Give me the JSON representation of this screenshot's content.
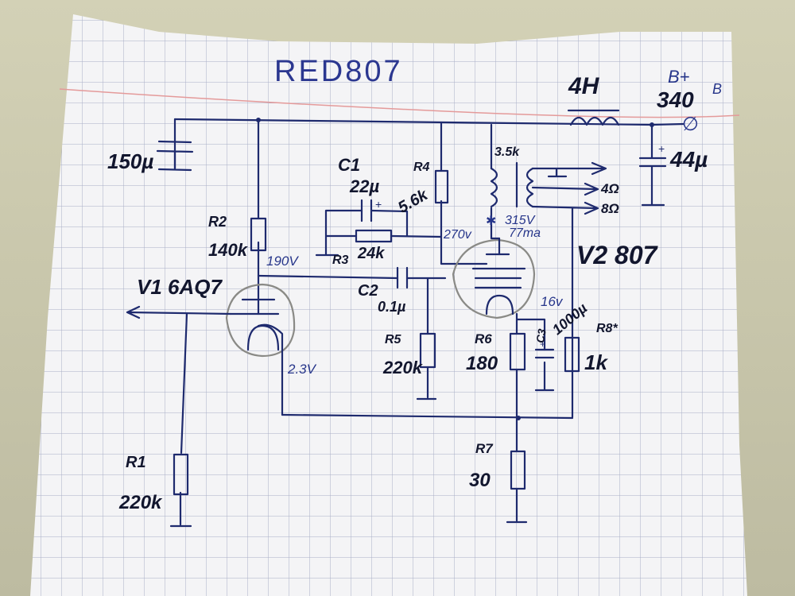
{
  "title": "RED807",
  "supply": {
    "bplus_label": "B+",
    "bplus_voltage": "340",
    "bplus_unit": "B",
    "choke": "4H",
    "filter_cap_left": "150µ",
    "filter_cap_right": "44µ"
  },
  "tubes": {
    "v1": "V1 6AQ7",
    "v2": "V2 807"
  },
  "components": {
    "r1": {
      "name": "R1",
      "value": "220k"
    },
    "r2": {
      "name": "R2",
      "value": "140k"
    },
    "r3": {
      "name": "R3",
      "value": "24k"
    },
    "r4": {
      "name": "R4",
      "value": "5.6k"
    },
    "r5": {
      "name": "R5",
      "value": "220k"
    },
    "r6": {
      "name": "R6",
      "value": "180"
    },
    "r7": {
      "name": "R7",
      "value": "30"
    },
    "r8": {
      "name": "R8*",
      "value": "1k"
    },
    "c1": {
      "name": "C1",
      "value": "22µ"
    },
    "c2": {
      "name": "C2",
      "value": "0.1µ"
    },
    "c3": {
      "name": "C3",
      "value": "1000µ"
    }
  },
  "transformer": {
    "primary": "3.5k",
    "taps": [
      "4Ω",
      "8Ω"
    ]
  },
  "voltages": {
    "v1_plate": "190V",
    "v1_cathode": "2.3V",
    "screen": "270v",
    "v2_plate": "315V",
    "v2_current": "77ma",
    "v2_cathode": "16v"
  }
}
